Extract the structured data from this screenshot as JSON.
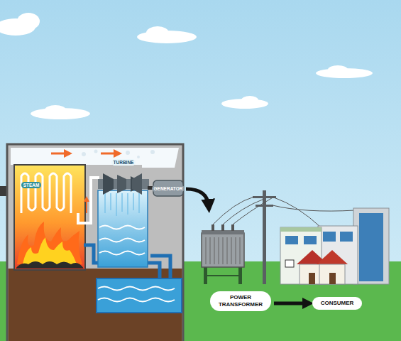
{
  "diagram": {
    "nodes": [
      {
        "text": [
          "POWER TRANSFORMER"
        ]
      },
      {
        "text": [
          "CONSUMER"
        ]
      }
    ],
    "edges": [
      {
        "from": 0,
        "to": 1,
        "arrow": "to"
      }
    ],
    "labels": [
      "STEAM",
      "TURBINE",
      "GENERATOR"
    ]
  }
}
